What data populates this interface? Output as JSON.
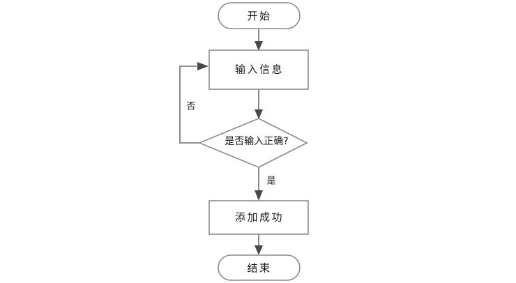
{
  "diagram": {
    "title": "",
    "type": "flowchart",
    "background_color": "#ffffff",
    "shape_border_color": "#8a8a8a",
    "shape_fill_color": "#ffffff",
    "connector_color": "#6e6e6e",
    "arrow_color": "#4a4a4a",
    "text_color": "#1a1a1a",
    "nodes": [
      {
        "id": "start",
        "shape": "rounded-rectangle",
        "label": "开始"
      },
      {
        "id": "input-info",
        "shape": "rectangle",
        "label": "输入信息"
      },
      {
        "id": "is-input-correct",
        "shape": "diamond",
        "label": "是否输入正确?"
      },
      {
        "id": "add-success",
        "shape": "rectangle",
        "label": "添加成功"
      },
      {
        "id": "end",
        "shape": "rounded-rectangle",
        "label": "结束"
      }
    ],
    "edges": [
      {
        "id": "start-to-input",
        "from": "start",
        "to": "input-info",
        "label": ""
      },
      {
        "id": "input-to-decision",
        "from": "input-info",
        "to": "is-input-correct",
        "label": ""
      },
      {
        "id": "decision-no-loop",
        "from": "is-input-correct",
        "to": "input-info",
        "label": "否"
      },
      {
        "id": "decision-yes",
        "from": "is-input-correct",
        "to": "add-success",
        "label": "是"
      },
      {
        "id": "success-to-end",
        "from": "add-success",
        "to": "end",
        "label": ""
      }
    ]
  }
}
